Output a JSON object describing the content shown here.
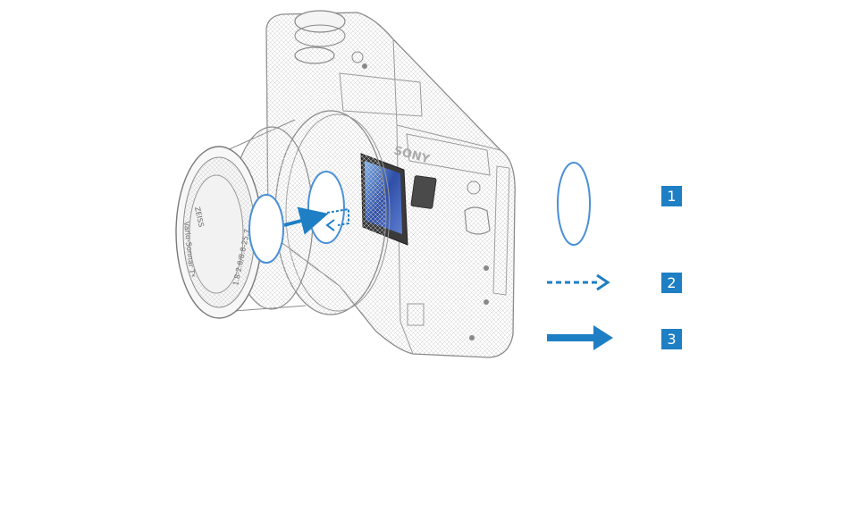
{
  "brand": {
    "body_logo": "SONY",
    "lens_brand": "ZEISS",
    "lens_name": "Vario-Sonnar T*",
    "lens_spec": "1.8-2.8/8.8-25.7"
  },
  "legend": {
    "items": [
      {
        "number": "1",
        "symbol": "ellipse-lens-element-icon"
      },
      {
        "number": "2",
        "symbol": "dashed-arrow-icon"
      },
      {
        "number": "3",
        "symbol": "solid-arrow-icon"
      }
    ]
  },
  "colors": {
    "accent_blue": "#1f7fc4",
    "lens_element_blue": "#4a90d6",
    "line_gray": "#8c8c8c",
    "sensor_blue": "#3a5fb8"
  }
}
